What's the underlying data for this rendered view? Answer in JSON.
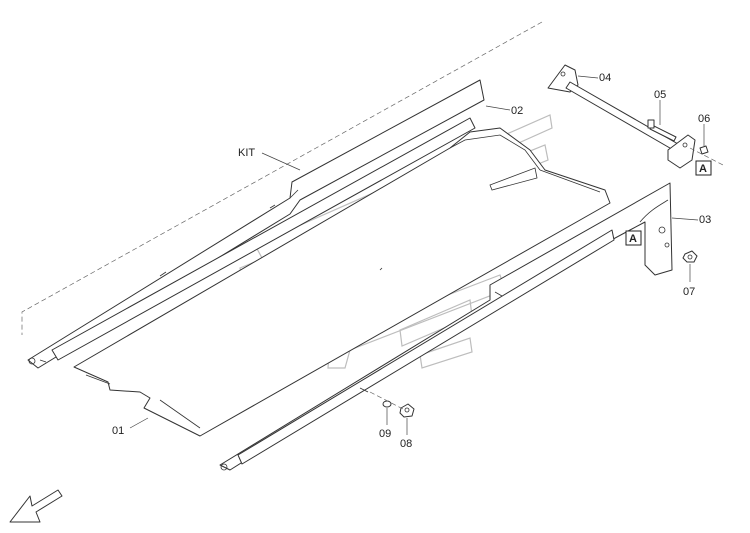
{
  "diagram": {
    "kit_label": "KIT",
    "parts": [
      {
        "id": "p01",
        "label": "01"
      },
      {
        "id": "p02",
        "label": "02"
      },
      {
        "id": "p03",
        "label": "03"
      },
      {
        "id": "p04",
        "label": "04"
      },
      {
        "id": "p05",
        "label": "05"
      },
      {
        "id": "p06",
        "label": "06"
      },
      {
        "id": "p07",
        "label": "07"
      },
      {
        "id": "p08",
        "label": "08"
      },
      {
        "id": "p09",
        "label": "09"
      }
    ],
    "detail_refs": [
      "A",
      "A"
    ]
  }
}
